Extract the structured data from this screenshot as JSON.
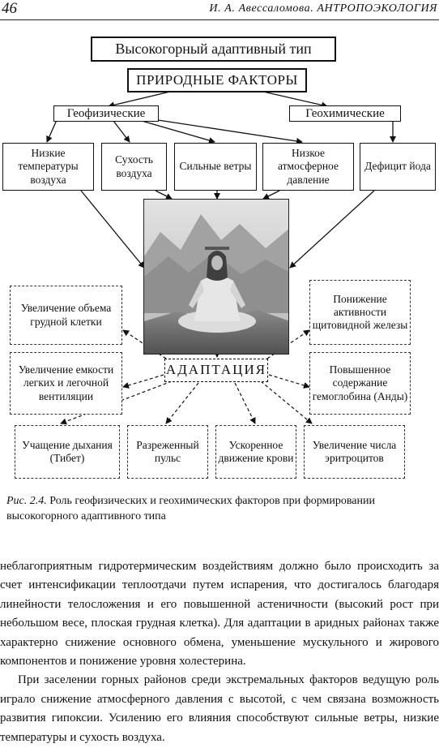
{
  "header": {
    "page_number": "46",
    "running_head": "И. А. Авессаломова. АНТРОПОЭКОЛОГИЯ"
  },
  "diagram": {
    "title": "Высокогорный адаптивный тип",
    "factors": "ПРИРОДНЫЕ ФАКТОРЫ",
    "geophysical": "Геофизические",
    "geochemical": "Геохимические",
    "factor_boxes": [
      "Низкие температуры воздуха",
      "Сухость воздуха",
      "Сильные ветры",
      "Низкое атмосферное давление",
      "Дефицит йода"
    ],
    "adaptation": "АДАПТАЦИЯ",
    "left_outcomes": [
      "Увеличение объема грудной клетки",
      "Увеличение емкости легких и легочной вентиляции"
    ],
    "right_outcomes": [
      "Понижение активности щитовидной железы",
      "Повышенное содержание гемоглобина (Анды)"
    ],
    "bottom_outcomes": [
      "Учащение дыхания (Тибет)",
      "Разреженный пульс",
      "Ускоренное движение крови",
      "Увеличение числа эритроцитов"
    ]
  },
  "caption": {
    "label": "Рис. 2.4.",
    "text": "Роль геофизических и геохимических факторов при формировании высокогорного адаптивного типа"
  },
  "body": {
    "paragraphs": [
      "неблагоприятным гидротермическим воздействиям должно было происходить за счет интенсификации теплоотдачи путем испарения, что достигалось благодаря линейности телосложения и его повышенной астеничности (высокий рост при небольшом весе, плоская грудная клетка). Для адаптации в аридных районах также характерно снижение основного обмена, уменьшение мускульного и жирового компонентов и понижение уровня холестерина.",
      "При заселении горных районов среди экстремальных факторов ведущую роль играло снижение атмосферного давления с высотой, с чем связана возможность развития гипоксии. Усилению его влияния способствуют сильные ветры, низкие температуры и сухость воздуха."
    ]
  }
}
